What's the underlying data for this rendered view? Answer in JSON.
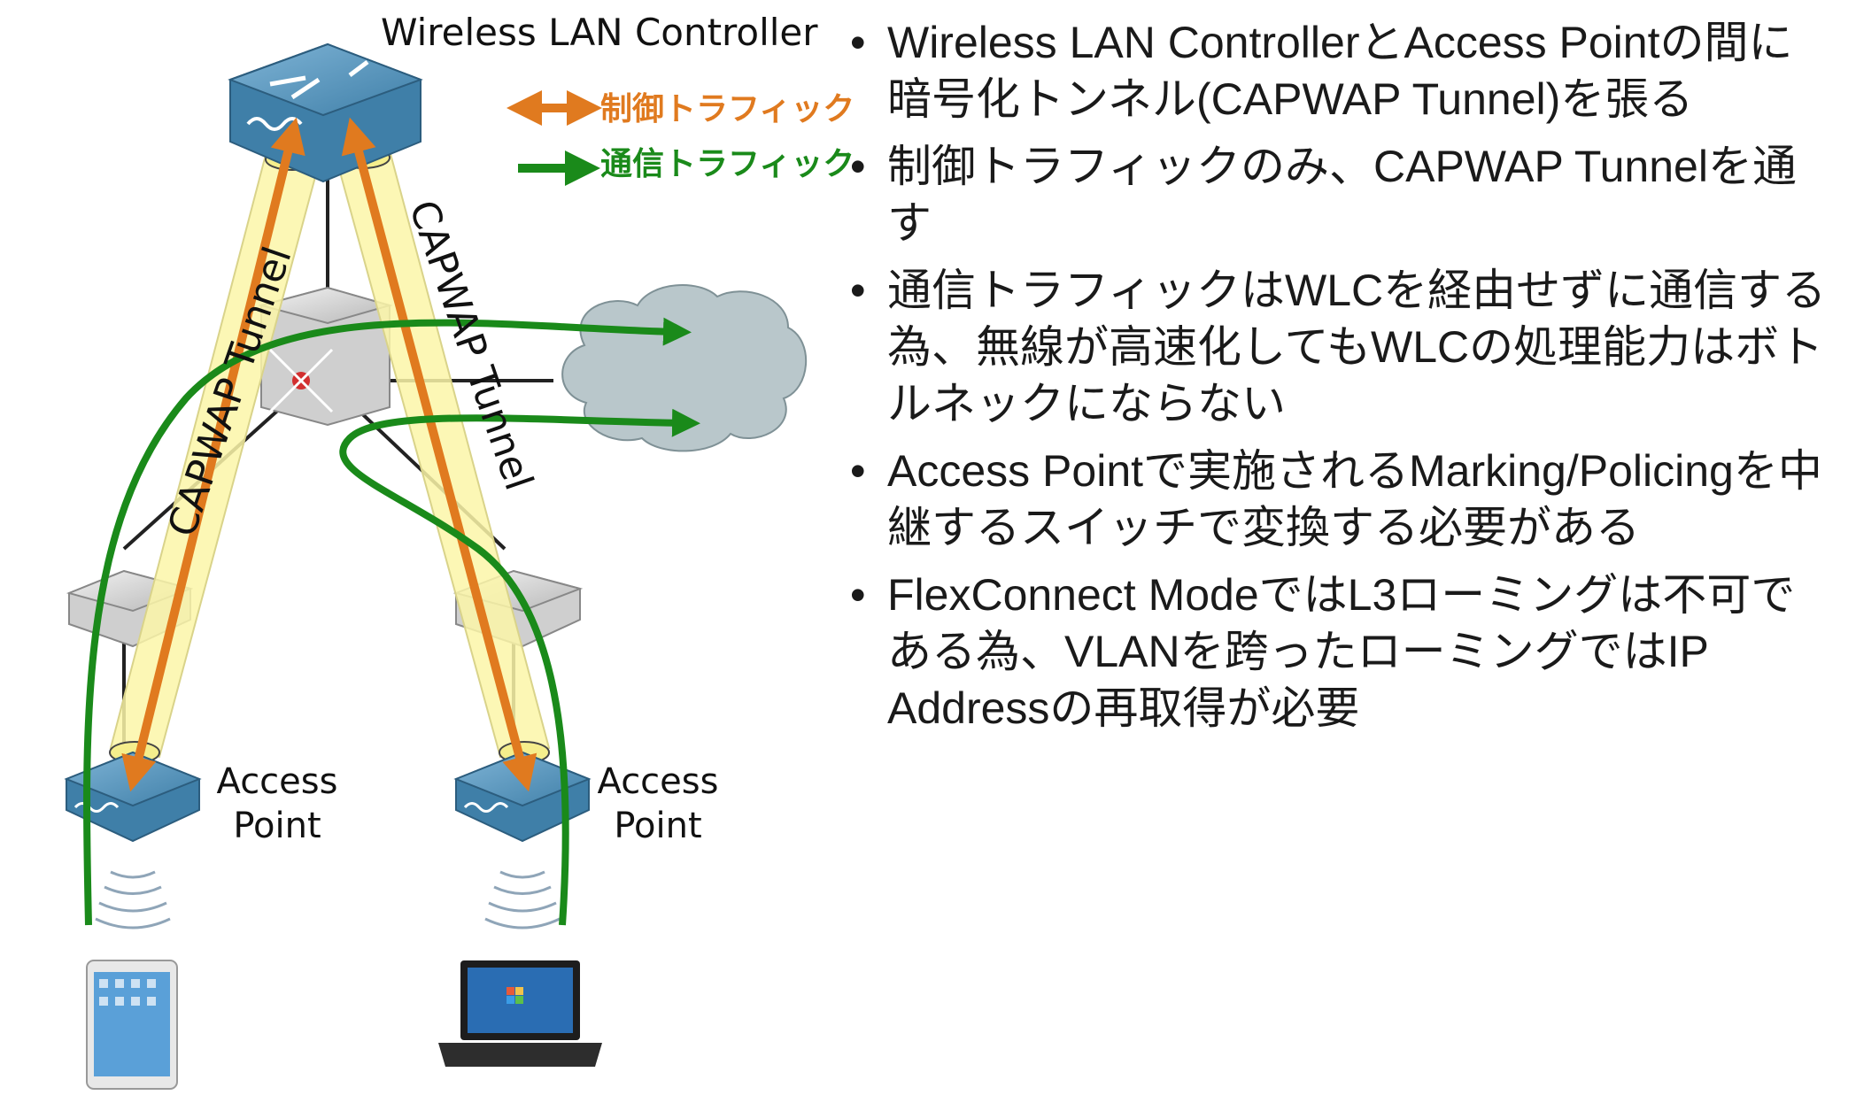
{
  "diagram": {
    "wlc_label": "Wireless LAN Controller",
    "legend": {
      "control": "制御トラフィック",
      "data": "通信トラフィック"
    },
    "tunnel_label": "CAPWAP Tunnel",
    "ap_label_left": "Access\nPoint",
    "ap_label_right": "Access\nPoint",
    "colors": {
      "control": "#e07a1f",
      "data": "#1a8a1a",
      "tunnel": "#fbf6a8",
      "cloud": "#b9c7cb",
      "device_blue": "#4a86ad"
    }
  },
  "bullets": [
    "Wireless LAN ControllerとAccess Pointの間に暗号化トンネル(CAPWAP Tunnel)を張る",
    "制御トラフィックのみ、CAPWAP Tunnelを通す",
    "通信トラフィックはWLCを経由せずに通信する為、無線が高速化してもWLCの処理能力はボトルネックにならない",
    "Access Pointで実施されるMarking/Policingを中継するスイッチで変換する必要がある",
    "FlexConnect ModeではL3ローミングは不可である為、VLANを跨ったローミングではIP Addressの再取得が必要"
  ]
}
